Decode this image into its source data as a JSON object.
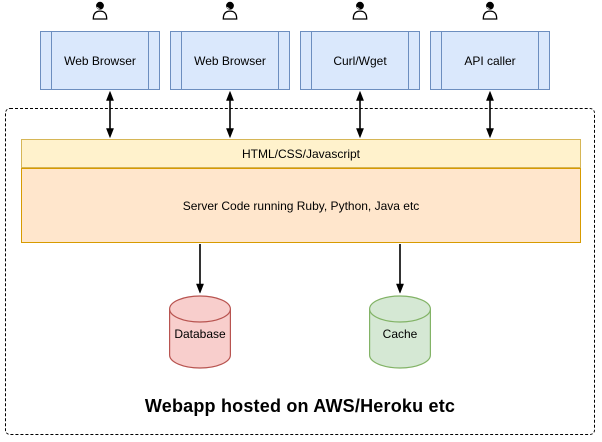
{
  "actors": [
    {
      "icon": "user-icon"
    },
    {
      "icon": "user-icon"
    },
    {
      "icon": "user-icon"
    },
    {
      "icon": "user-icon"
    }
  ],
  "terminals": [
    {
      "label": "Web Browser"
    },
    {
      "label": "Web Browser"
    },
    {
      "label": "Curl/Wget"
    },
    {
      "label": "API caller"
    }
  ],
  "stack": {
    "frontend": "HTML/CSS/Javascript",
    "backend": "Server Code running Ruby, Python, Java etc"
  },
  "datastores": [
    {
      "label": "Database"
    },
    {
      "label": "Cache"
    }
  ],
  "caption": "Webapp hosted on AWS/Heroku etc",
  "colors": {
    "terminal_fill": "#dae8fc",
    "terminal_stroke": "#6c8ebf",
    "frontend_fill": "#fff2cc",
    "frontend_stroke": "#d6b656",
    "backend_fill": "#ffe6cc",
    "backend_stroke": "#d79b00",
    "database_fill": "#f8cecc",
    "database_stroke": "#b85450",
    "cache_fill": "#d5e8d4",
    "cache_stroke": "#82b366",
    "arrow": "#000000",
    "boundary": "#000000"
  }
}
